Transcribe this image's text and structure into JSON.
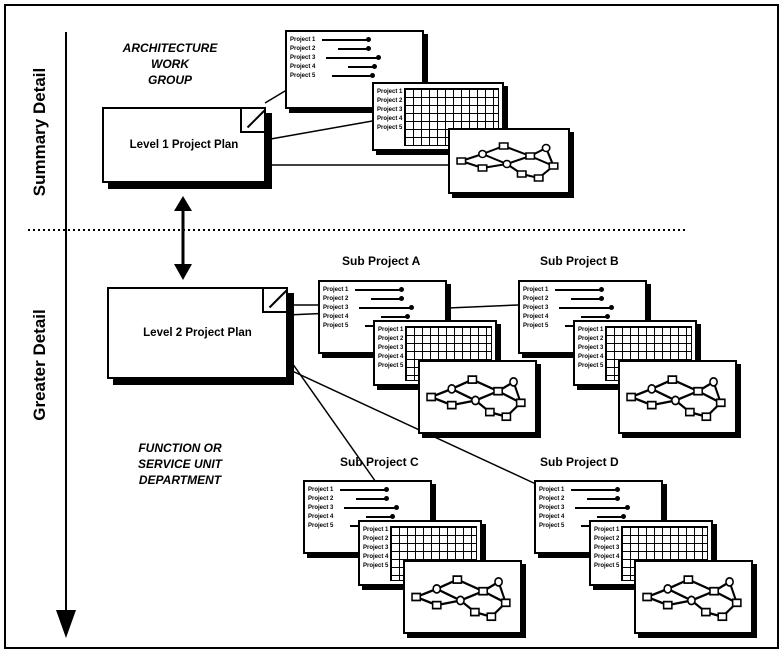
{
  "axis": {
    "top_label": "Summary Detail",
    "bottom_label": "Greater Detail"
  },
  "captions": {
    "architecture": [
      "ARCHITECTURE",
      "WORK",
      "GROUP"
    ],
    "function": [
      "FUNCTION OR",
      "SERVICE UNIT",
      "DEPARTMENT"
    ]
  },
  "plans": {
    "level1": "Level 1 Project Plan",
    "level2": "Level 2 Project Plan"
  },
  "sub_projects": [
    "Sub Project A",
    "Sub Project B",
    "Sub Project C",
    "Sub Project D"
  ],
  "task_rows": [
    "Project 1",
    "Project 2",
    "Project 3",
    "Project 4",
    "Project 5"
  ],
  "colors": {
    "ink": "#000000",
    "paper": "#ffffff"
  }
}
